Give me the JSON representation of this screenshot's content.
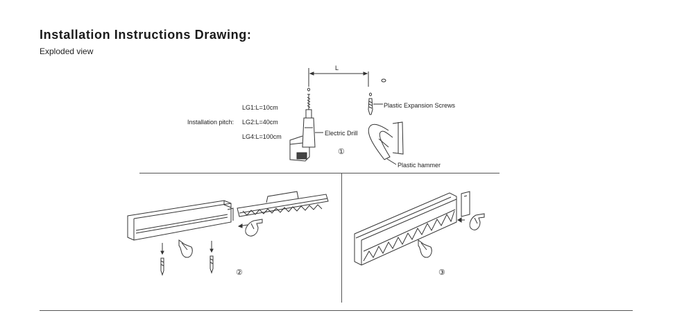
{
  "document": {
    "title": "Installation Instructions Drawing:",
    "subtitle": "Exploded view"
  },
  "step1": {
    "pitch_label": "Installation pitch:",
    "lg1": "LG1:L=10cm",
    "lg2": "LG2:L=40cm",
    "lg4": "LG4:L=100cm",
    "dimension_label": "L",
    "drill_label": "Electric Drill",
    "screws_label": "Plastic Expansion Screws",
    "hammer_label": "Plastic hammer",
    "step_number": "①"
  },
  "step2": {
    "step_number": "②"
  },
  "step3": {
    "step_number": "③"
  }
}
